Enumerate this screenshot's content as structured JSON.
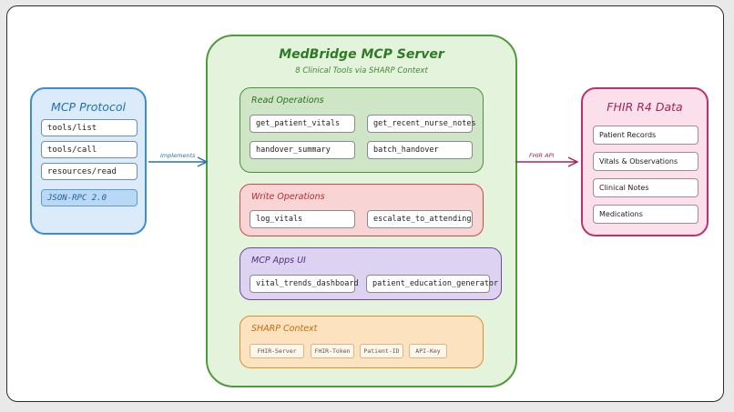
{
  "mcp_protocol": {
    "title": "MCP Protocol",
    "items": [
      "tools/list",
      "tools/call",
      "resources/read"
    ],
    "badge": "JSON-RPC 2.0"
  },
  "server": {
    "title": "MedBridge MCP Server",
    "subtitle": "8 Clinical Tools via SHARP Context",
    "read": {
      "title": "Read Operations",
      "tools": [
        "get_patient_vitals",
        "get_recent_nurse_notes",
        "handover_summary",
        "batch_handover"
      ]
    },
    "write": {
      "title": "Write Operations",
      "tools": [
        "log_vitals",
        "escalate_to_attending"
      ]
    },
    "apps": {
      "title": "MCP Apps UI",
      "tools": [
        "vital_trends_dashboard",
        "patient_education_generator"
      ]
    },
    "sharp": {
      "title": "SHARP Context",
      "items": [
        "FHIR-Server",
        "FHIR-Token",
        "Patient-ID",
        "API-Key"
      ]
    }
  },
  "fhir": {
    "title": "FHIR R4 Data",
    "items": [
      "Patient Records",
      "Vitals & Observations",
      "Clinical Notes",
      "Medications"
    ]
  },
  "edges": {
    "left_label": "Implements",
    "right_label": "FHIR API"
  },
  "colors": {
    "mcp_accent": "#3b8ed6",
    "server_accent": "#4f9a3c",
    "write_accent": "#cc4a4a",
    "apps_accent": "#6b4aa8",
    "sharp_accent": "#e08e2a",
    "fhir_accent": "#c0306a"
  }
}
